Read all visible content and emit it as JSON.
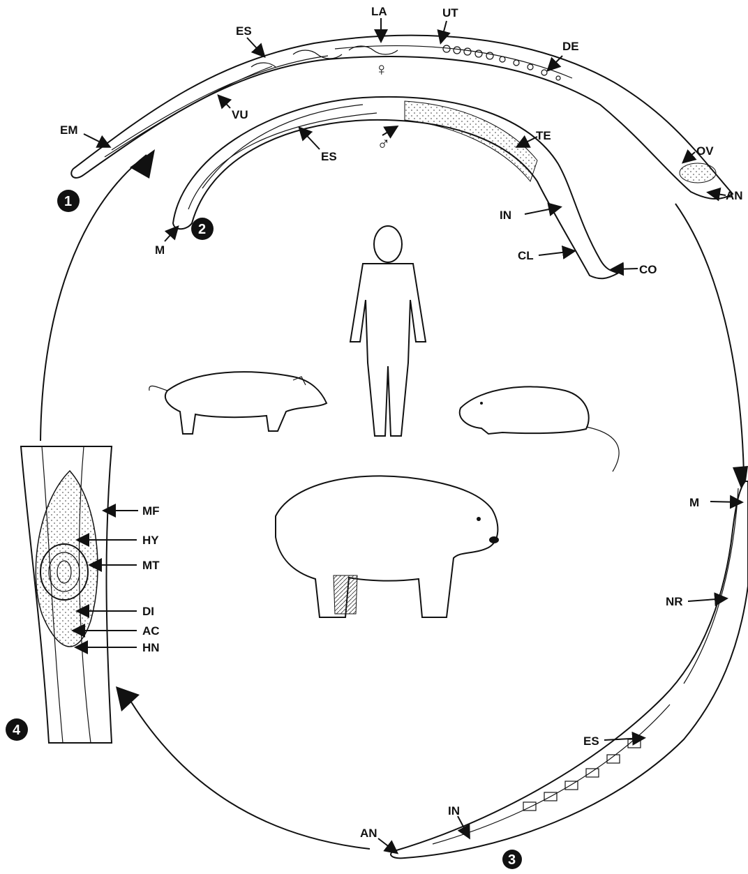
{
  "figure": {
    "stages": [
      {
        "id": "stage-1",
        "number": "1"
      },
      {
        "id": "stage-2",
        "number": "2"
      },
      {
        "id": "stage-3",
        "number": "3"
      },
      {
        "id": "stage-4",
        "number": "4"
      }
    ],
    "female_symbol": "♀",
    "male_symbol": "♂",
    "labels": {
      "female": [
        "LA",
        "UT",
        "ES",
        "DE",
        "VU",
        "EM",
        "OV",
        "AN"
      ],
      "male": [
        "ES",
        "TE",
        "IN",
        "CL",
        "CO",
        "M"
      ],
      "larva": [
        "M",
        "NR",
        "ES",
        "IN",
        "AN"
      ],
      "cyst": [
        "MF",
        "HY",
        "MT",
        "DI",
        "AC",
        "HN"
      ]
    },
    "hosts": [
      "human-icon",
      "pig-icon",
      "rat-icon",
      "bear-icon"
    ],
    "colors": {
      "ink": "#111111",
      "paper": "#ffffff"
    }
  }
}
